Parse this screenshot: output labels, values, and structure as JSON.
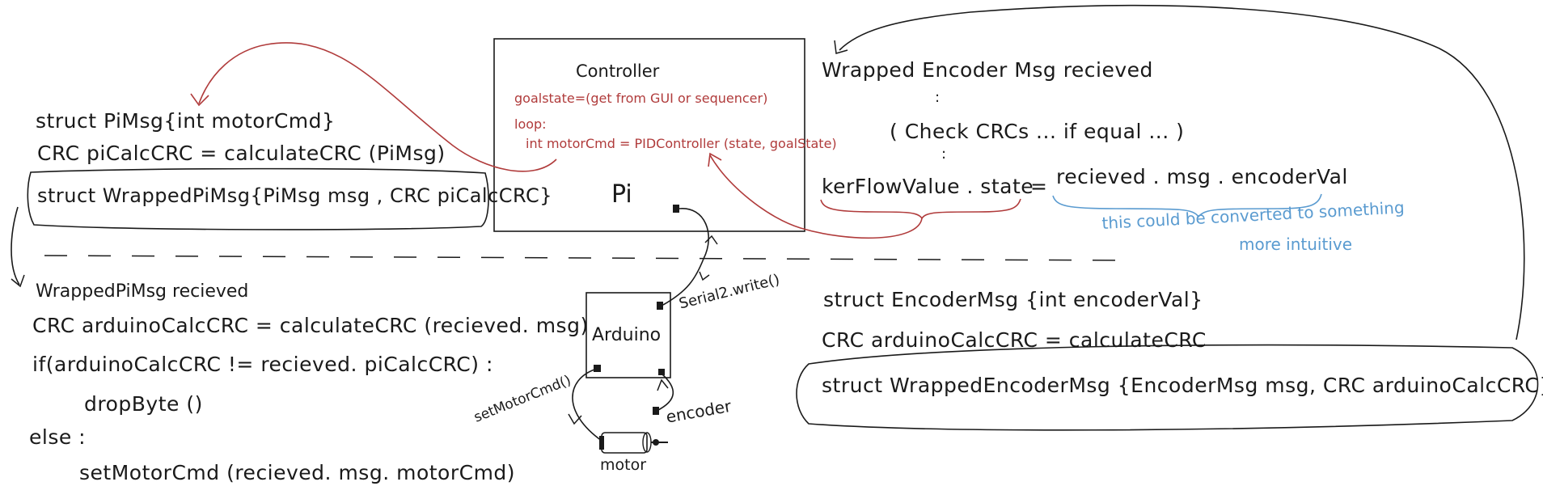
{
  "colors": {
    "ink": "#1a1a1a",
    "red": "#b03b3b",
    "blue": "#5a9bd0"
  },
  "pi_side": {
    "line1": "struct PiMsg{int motorCmd}",
    "line2": "CRC piCalcCRC = calculateCRC (PiMsg)",
    "line3": "struct WrappedPiMsg{PiMsg msg , CRC piCalcCRC}"
  },
  "controller_box": {
    "title": "Controller",
    "code1": "goalstate=(get from GUI or sequencer)",
    "code2": "loop:",
    "code3": "int motorCmd = PIDController (state, goalState)",
    "label": "Pi"
  },
  "arduino_side": {
    "line1": "WrappedPiMsg   recieved",
    "line2": "CRC arduinoCalcCRC = calculateCRC (recieved. msg)",
    "line3": "if(arduinoCalcCRC  != recieved. piCalcCRC) :",
    "line4": "dropByte ()",
    "line5": "else :",
    "line6": "setMotorCmd (recieved. msg. motorCmd)"
  },
  "hardware": {
    "arduino_label": "Arduino",
    "serial_label": "Serial2.write()",
    "set_motor_label": "setMotorCmd()",
    "encoder_label": "encoder",
    "motor_label": "motor"
  },
  "encoder_side": {
    "line1": "Wrapped Encoder Msg  recieved",
    "dots": ":",
    "line2": "( Check CRCs ... if equal ... )",
    "line3_left": "kerFlowValue . state",
    "line3_eq": "=",
    "line3_right": "recieved . msg . encoderVal",
    "note1": "this could be converted to something",
    "note2": "more intuitive",
    "line4": "struct  EncoderMsg {int encoderVal}",
    "line5": "CRC  arduinoCalcCRC  =  calculateCRC",
    "line6": "struct WrappedEncoderMsg {EncoderMsg msg, CRC arduinoCalcCRC}"
  }
}
